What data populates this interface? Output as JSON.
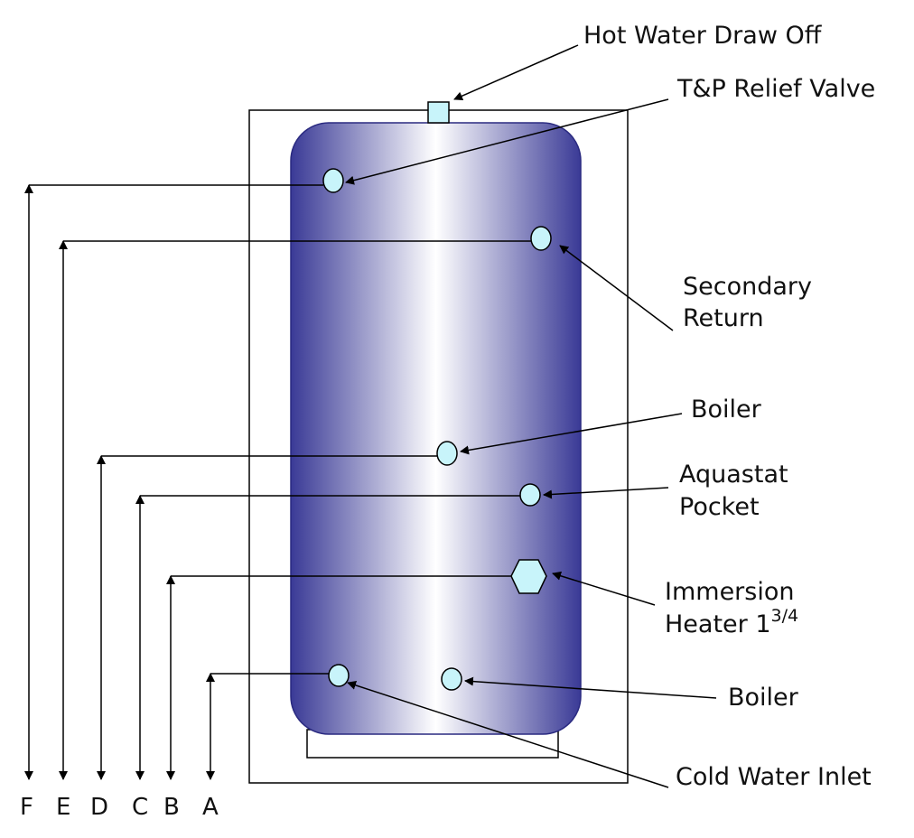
{
  "labels": {
    "hot_water_draw_off": "Hot Water Draw Off",
    "tp_relief_valve": "T&P Relief Valve",
    "secondary_return": [
      "Secondary",
      "Return"
    ],
    "boiler_flow": "Boiler",
    "aquastat_pocket": [
      "Aquastat",
      "Pocket"
    ],
    "immersion_heater": [
      "Immersion",
      "Heater 1",
      "3/4"
    ],
    "boiler_return": "Boiler",
    "cold_water_inlet": "Cold Water Inlet"
  },
  "dimensions": [
    "F",
    "E",
    "D",
    "C",
    "B",
    "A"
  ],
  "colors": {
    "tank_edge": "#3a3a96",
    "tank_center": "#ffffff",
    "port_fill": "#c8f4fa",
    "line": "#000000"
  }
}
